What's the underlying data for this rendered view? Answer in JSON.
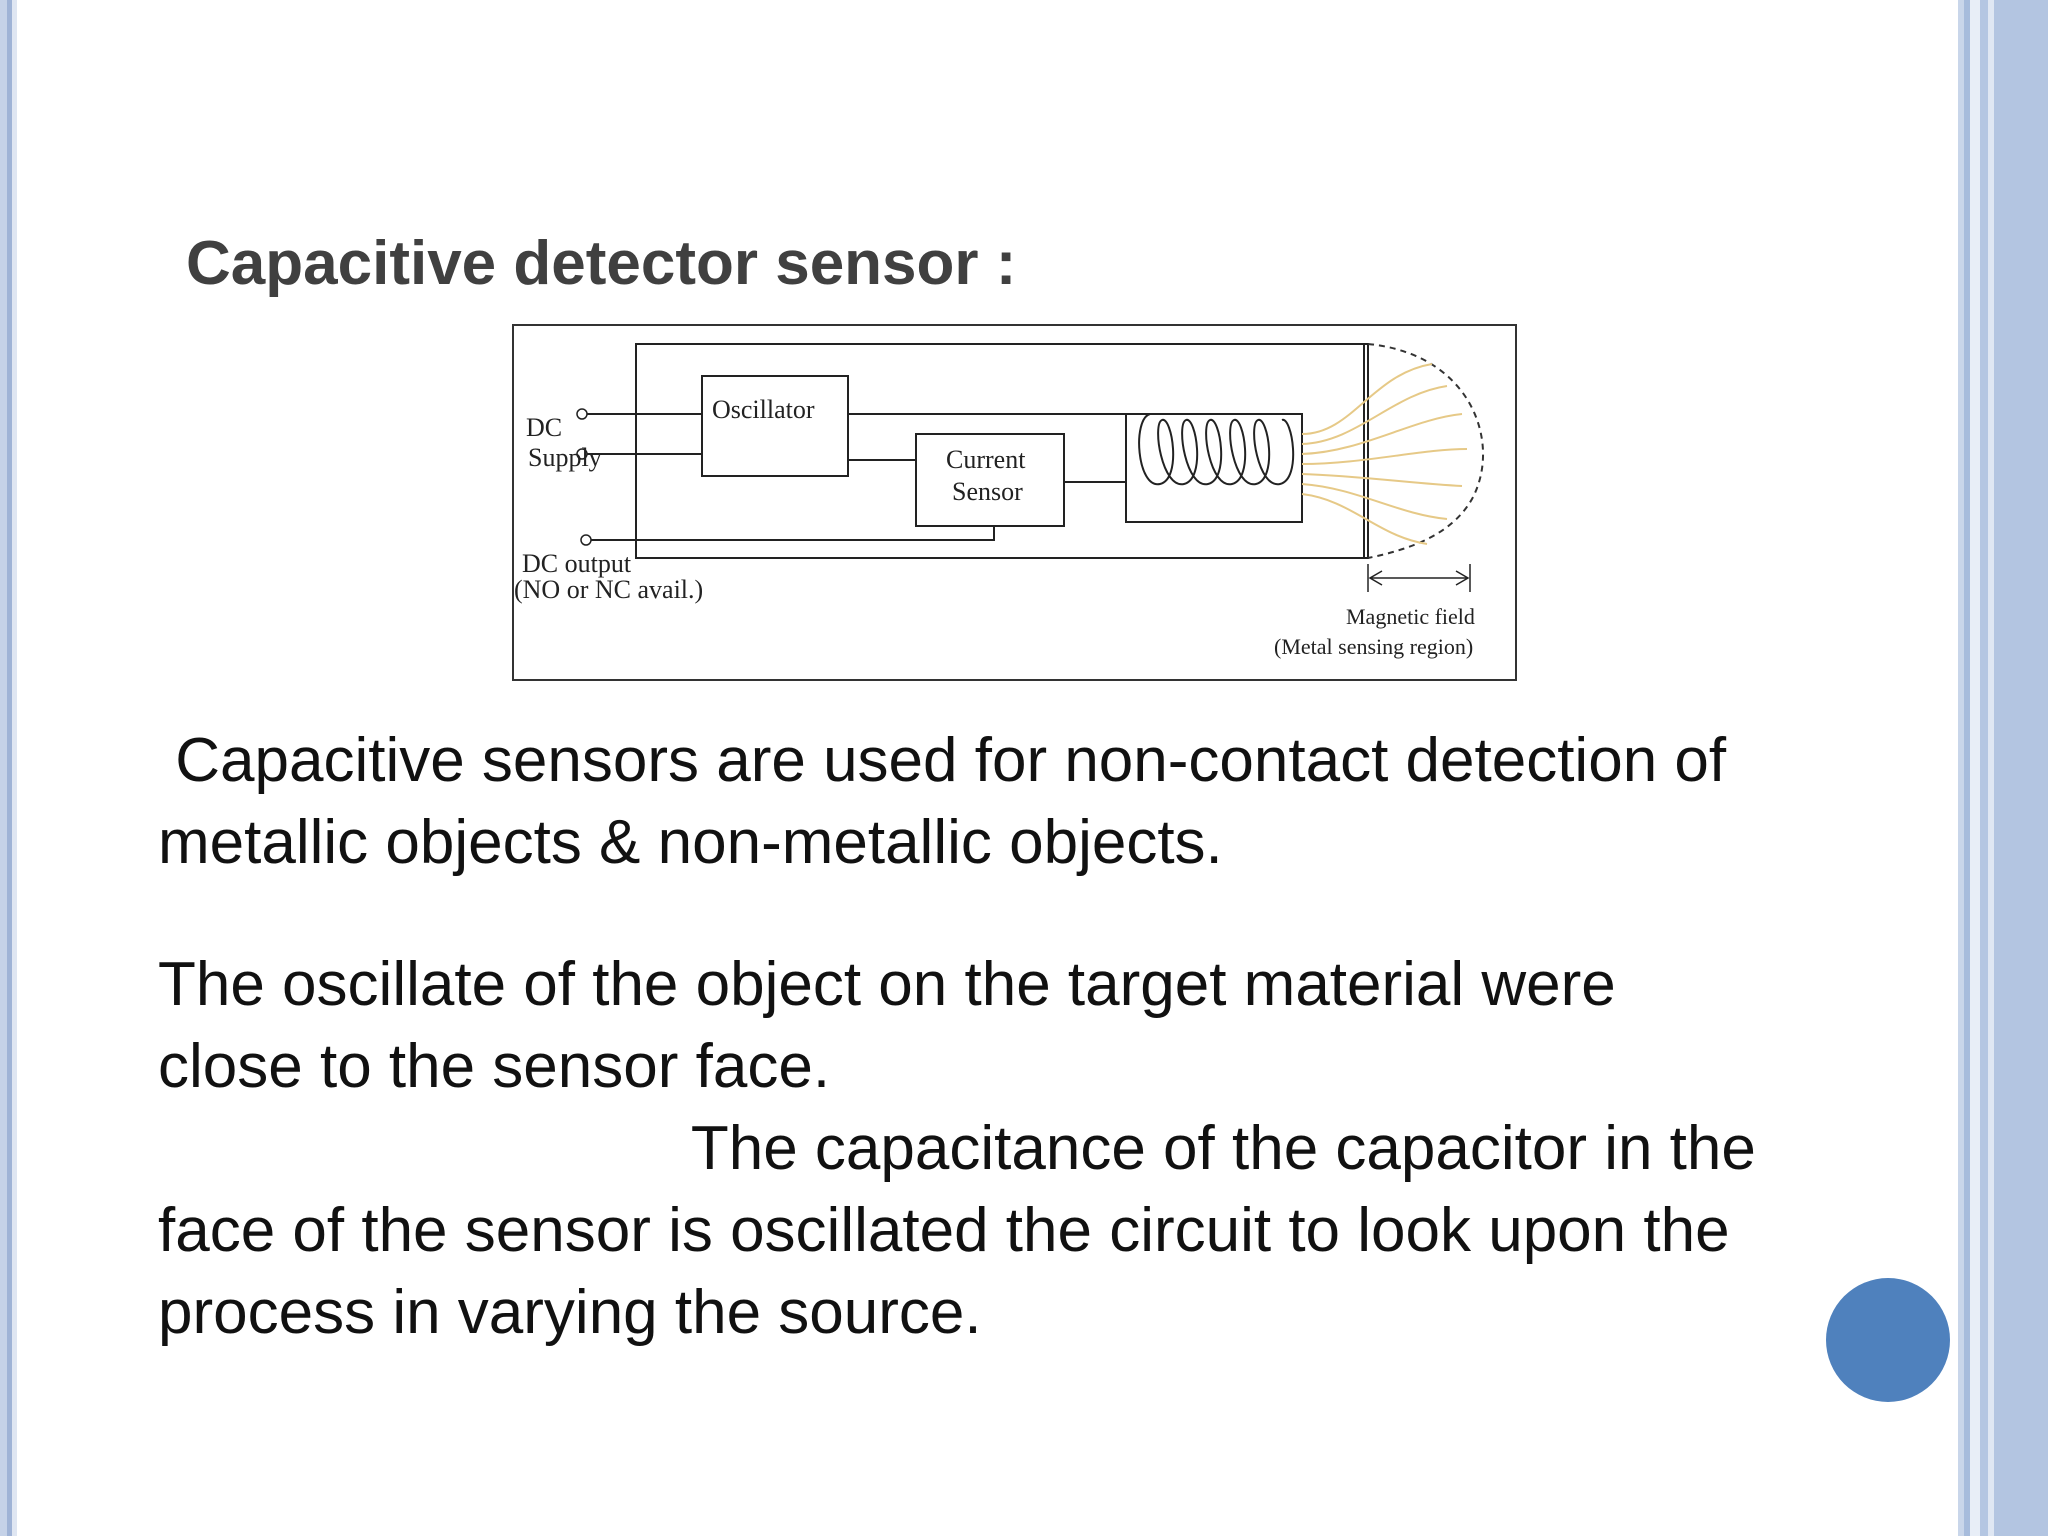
{
  "title": "Capacitive detector sensor :",
  "diagram": {
    "label_dc": "DC",
    "label_supply": "Supply",
    "label_oscillator": "Oscillator",
    "label_current": "Current",
    "label_sensor": "Sensor",
    "label_dc_output": "DC output",
    "label_no_nc": "(NO or NC avail.)",
    "label_magnetic_field": "Magnetic field",
    "label_metal_region": "(Metal sensing region)"
  },
  "paragraph1": {
    "line1": " Capacitive sensors are used for non-contact detection of",
    "line2": "metallic objects & non-metallic objects."
  },
  "paragraph2": {
    "line1": "The oscillate of the object on the target material were",
    "line2": "close to the sensor face.",
    "line3": "                               The capacitance of the capacitor in the",
    "line4": "face of the sensor is oscillated the circuit to look upon the",
    "line5": "process in varying the source."
  },
  "colors": {
    "title": "#404040",
    "border_blue": "#9fb3d6",
    "circle": "#4f81bd",
    "field_lines": "#e6c987"
  }
}
